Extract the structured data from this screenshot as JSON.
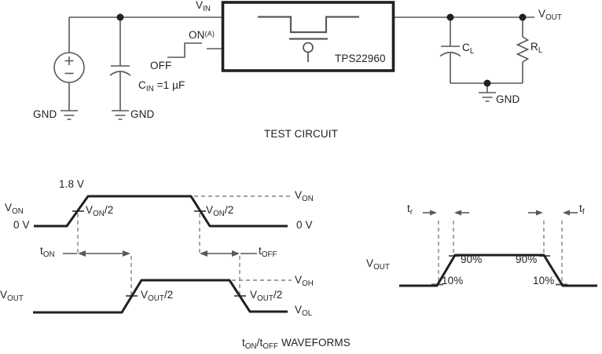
{
  "colors": {
    "wire_gray": "#58595b",
    "trace_black": "#231f20",
    "dash_gray": "#808285",
    "text": "#231f20",
    "background": "#ffffff"
  },
  "circuit": {
    "title": "TEST CIRCUIT",
    "device": "TPS22960",
    "labels": {
      "vin": {
        "base": "V",
        "sub": "IN"
      },
      "on": {
        "base": "ON",
        "sup": "(A)"
      },
      "off": "OFF",
      "cin": {
        "base": "C",
        "sub": "IN",
        "rest": " =1 µF"
      },
      "gnd_source": "GND",
      "gnd_input": "GND",
      "gnd_load": "GND",
      "cl": {
        "base": "C",
        "sub": "L"
      },
      "rl": {
        "base": "R",
        "sub": "L"
      },
      "vout": {
        "base": "V",
        "sub": "OUT"
      }
    }
  },
  "timing": {
    "caption": {
      "t1": "t",
      "s1": "ON",
      "slash": "/",
      "t2": "t",
      "s2": "OFF",
      "rest": " WAVEFORMS"
    },
    "von_high": "1.8 V",
    "von_left": {
      "base": "V",
      "sub": "ON"
    },
    "zero_left": "0 V",
    "von_half_rise": {
      "base": "V",
      "sub": "ON",
      "rest": "/2"
    },
    "von_half_fall": {
      "base": "V",
      "sub": "ON",
      "rest": "/2"
    },
    "von_right": {
      "base": "V",
      "sub": "ON"
    },
    "zero_right": "0 V",
    "ton": {
      "base": "t",
      "sub": "ON"
    },
    "toff": {
      "base": "t",
      "sub": "OFF"
    },
    "vout": {
      "base": "V",
      "sub": "OUT"
    },
    "vout_half_rise": {
      "base": "V",
      "sub": "OUT",
      "rest": "/2"
    },
    "vout_half_fall": {
      "base": "V",
      "sub": "OUT",
      "rest": "/2"
    },
    "voh": {
      "base": "V",
      "sub": "OH"
    },
    "vol": {
      "base": "V",
      "sub": "OL"
    }
  },
  "risefall": {
    "tr": {
      "base": "t",
      "sub": "r"
    },
    "tf": {
      "base": "t",
      "sub": "f"
    },
    "vout": {
      "base": "V",
      "sub": "OUT"
    },
    "p90_rise": "90%",
    "p10_rise": "10%",
    "p90_fall": "90%",
    "p10_fall": "10%"
  }
}
